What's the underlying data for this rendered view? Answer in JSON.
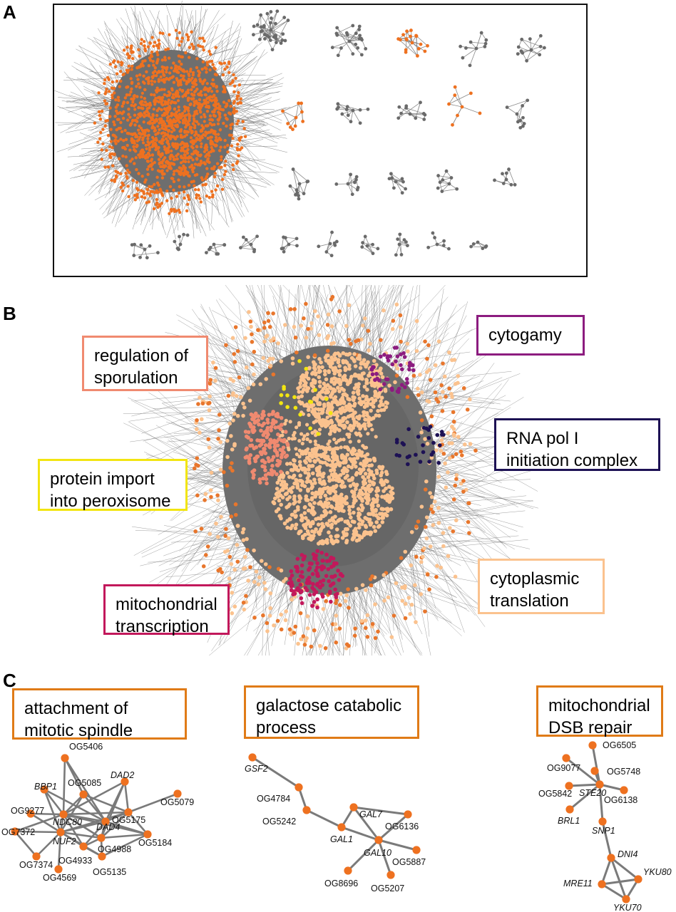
{
  "colors": {
    "edge": "#6f6f6f",
    "grey_node": "#6a6a6a",
    "orange_node": "#ee7120",
    "dark_orange_border": "#e07b17",
    "salmon": "#f08a70",
    "yellow": "#f2e511",
    "purple": "#8c1c7f",
    "navy": "#1d1154",
    "peach": "#fbc28e",
    "crimson": "#c2185b"
  },
  "panels": {
    "A": {
      "label": "A"
    },
    "B": {
      "label": "B",
      "terms": [
        {
          "text": "regulation of\nsporulation",
          "color": "#f08a70"
        },
        {
          "text": "cytogamy",
          "color": "#8c1c7f"
        },
        {
          "text": "RNA pol I\ninitiation complex",
          "color": "#1d1154"
        },
        {
          "text": "protein import\ninto peroxisome",
          "color": "#f2e511"
        },
        {
          "text": "cytoplasmic\ntranslation",
          "color": "#fbc28e"
        },
        {
          "text": "mitochondrial\ntranscription",
          "color": "#c2185b"
        }
      ]
    },
    "C": {
      "label": "C",
      "modules": [
        {
          "title": "attachment of\nmitotic spindle",
          "nodes": [
            {
              "id": "OG5406",
              "italic": false
            },
            {
              "id": "DAD2",
              "italic": true
            },
            {
              "id": "BBP1",
              "italic": true
            },
            {
              "id": "OG5085",
              "italic": false
            },
            {
              "id": "OG9277",
              "italic": false
            },
            {
              "id": "OG5175",
              "italic": false
            },
            {
              "id": "OG5079",
              "italic": false
            },
            {
              "id": "NDC80",
              "italic": true
            },
            {
              "id": "DAD4",
              "italic": true
            },
            {
              "id": "OG7372",
              "italic": false
            },
            {
              "id": "NUF2",
              "italic": true
            },
            {
              "id": "OG4988",
              "italic": false
            },
            {
              "id": "OG5184",
              "italic": false
            },
            {
              "id": "OG4933",
              "italic": false
            },
            {
              "id": "OG7374",
              "italic": false
            },
            {
              "id": "OG5135",
              "italic": false
            },
            {
              "id": "OG4569",
              "italic": false
            }
          ]
        },
        {
          "title": "galactose catabolic\nprocess",
          "nodes": [
            {
              "id": "GSF2",
              "italic": true
            },
            {
              "id": "OG4784",
              "italic": false
            },
            {
              "id": "OG5242",
              "italic": false
            },
            {
              "id": "GAL7",
              "italic": true
            },
            {
              "id": "GAL1",
              "italic": true
            },
            {
              "id": "OG6136",
              "italic": false
            },
            {
              "id": "GAL10",
              "italic": true
            },
            {
              "id": "OG5887",
              "italic": false
            },
            {
              "id": "OG8696",
              "italic": false
            },
            {
              "id": "OG5207",
              "italic": false
            }
          ]
        },
        {
          "title": "mitochondrial\nDSB repair",
          "nodes": [
            {
              "id": "OG6505",
              "italic": false
            },
            {
              "id": "OG9077",
              "italic": false
            },
            {
              "id": "OG5748",
              "italic": false
            },
            {
              "id": "OG5842",
              "italic": false
            },
            {
              "id": "STE20",
              "italic": true
            },
            {
              "id": "OG6138",
              "italic": false
            },
            {
              "id": "BRL1",
              "italic": true
            },
            {
              "id": "SNP1",
              "italic": true
            },
            {
              "id": "DNI4",
              "italic": true
            },
            {
              "id": "YKU80",
              "italic": true
            },
            {
              "id": "MRE11",
              "italic": true
            },
            {
              "id": "YKU70",
              "italic": true
            }
          ]
        }
      ]
    }
  }
}
